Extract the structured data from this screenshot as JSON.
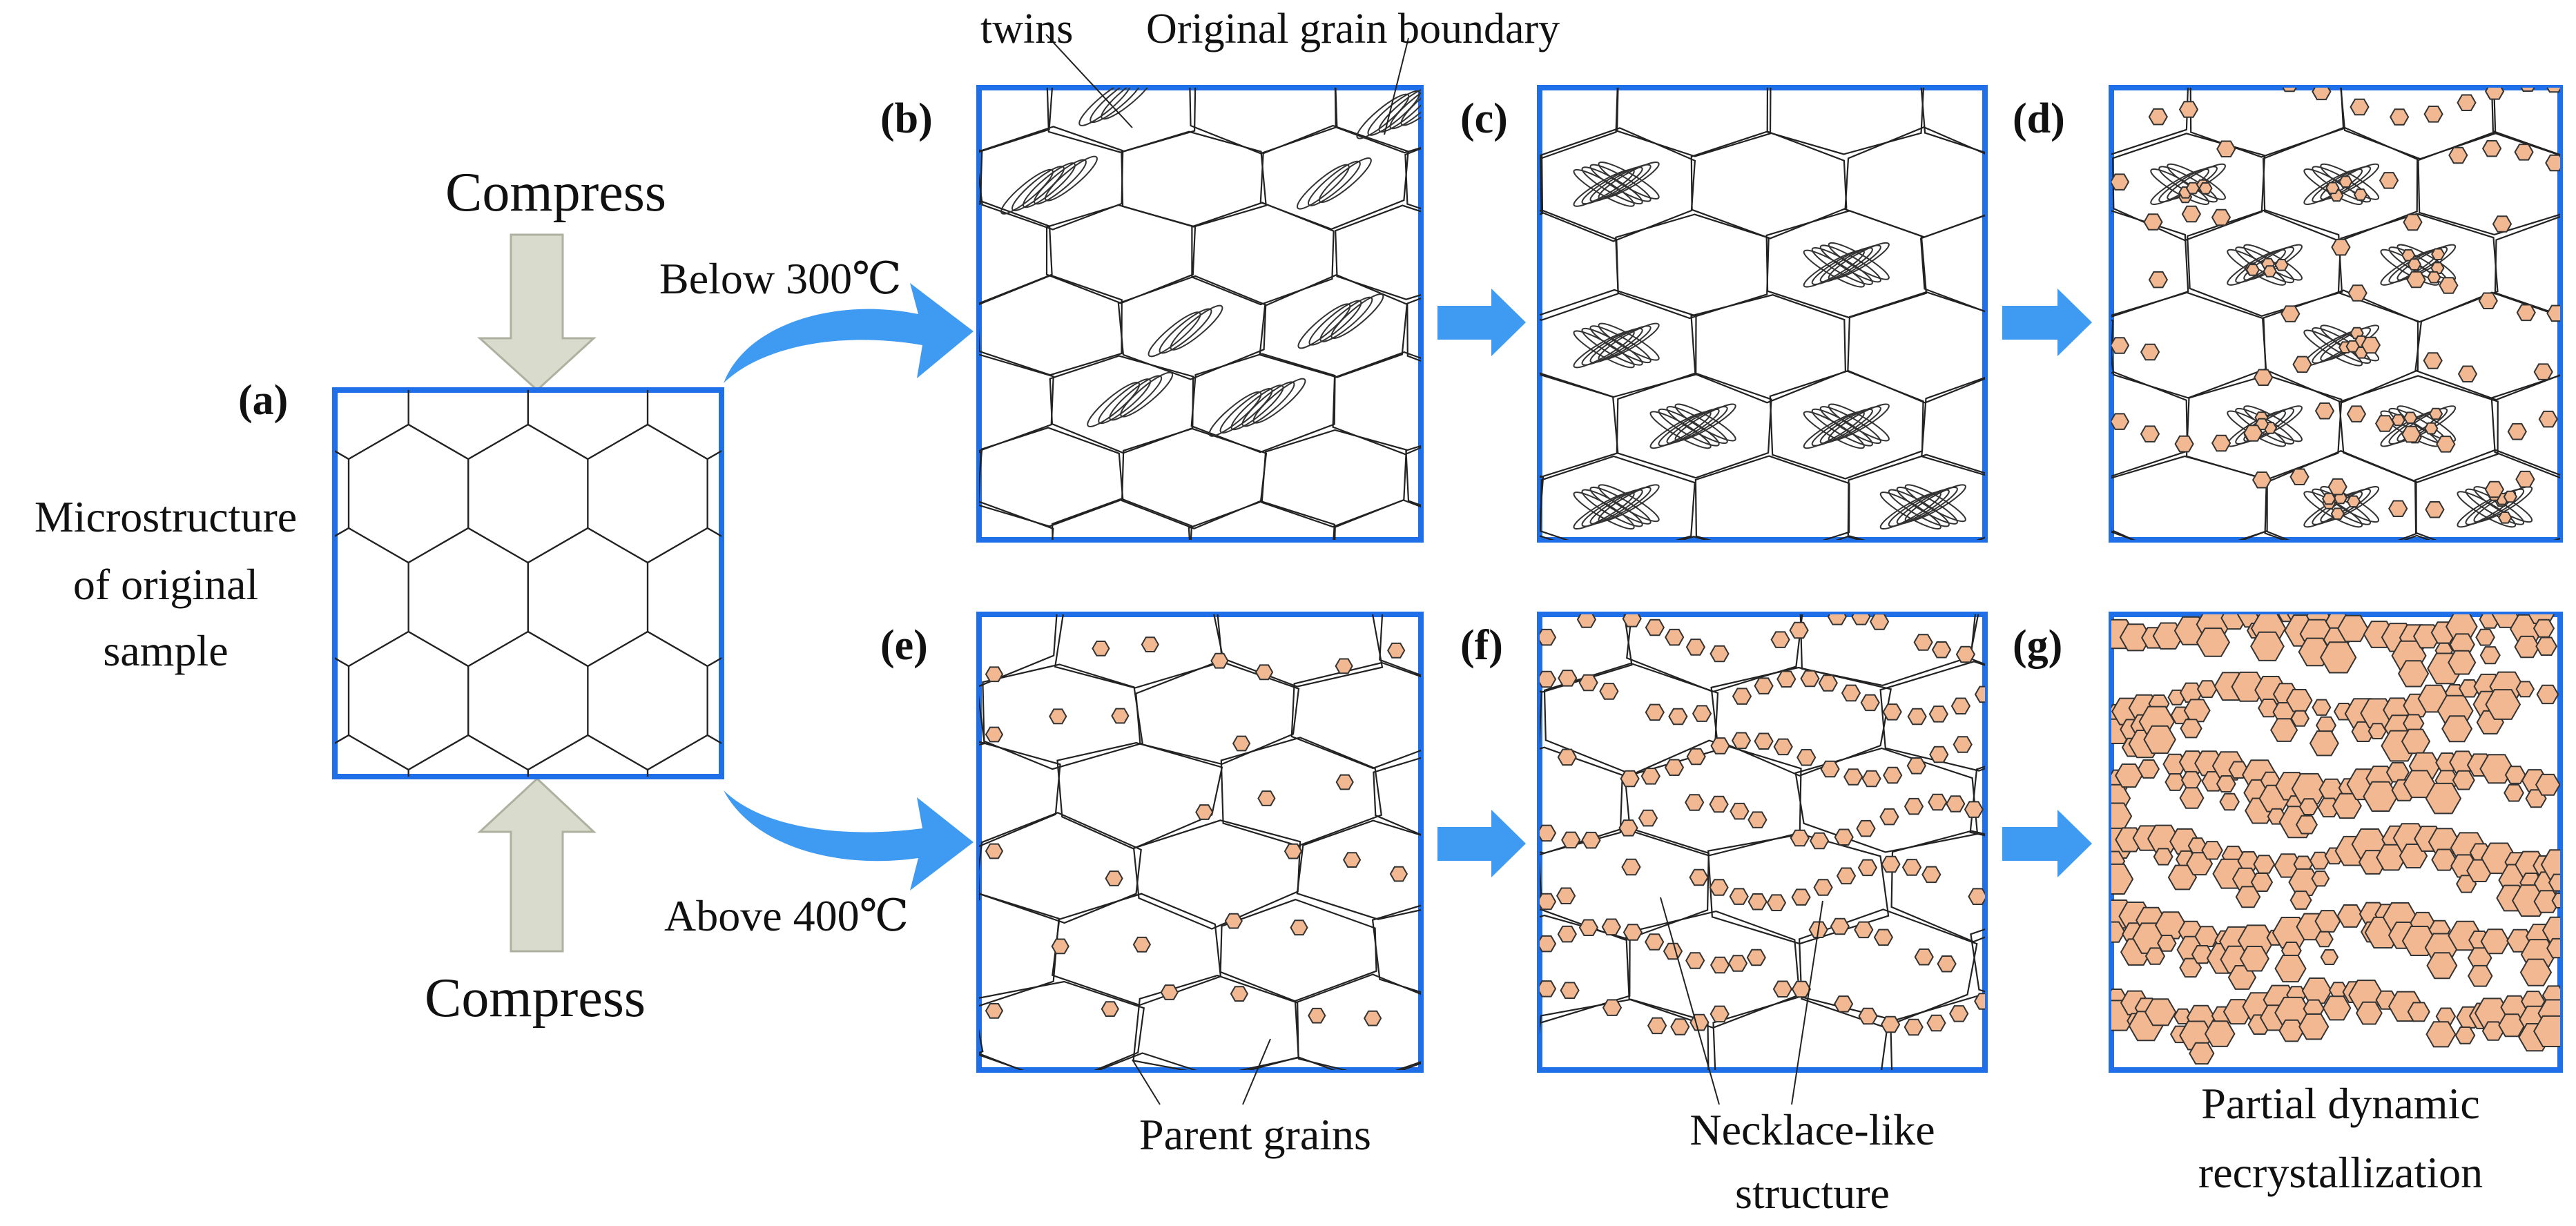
{
  "panels": {
    "a": "(a)",
    "b": "(b)",
    "c": "(c)",
    "d": "(d)",
    "e": "(e)",
    "f": "(f)",
    "g": "(g)"
  },
  "labels": {
    "compress_top": "Compress",
    "compress_bottom": "Compress",
    "original_line1": "Microstructure",
    "original_line2": "of original",
    "original_line3": "sample",
    "below_temp": "Below 300℃",
    "above_temp": "Above 400℃",
    "twins": "twins",
    "original_gb": "Original grain boundary",
    "parent_grains": "Parent grains",
    "necklace_line1": "Necklace-like",
    "necklace_line2": "structure",
    "pdrx_line1": "Partial dynamic",
    "pdrx_line2": "recrystallization"
  },
  "colors": {
    "frame": "#1e6fe8",
    "flow_arrow": "#3f9af2",
    "compress_arrow": "#d9dccd",
    "recrystallized_grain": "#f2b891"
  }
}
